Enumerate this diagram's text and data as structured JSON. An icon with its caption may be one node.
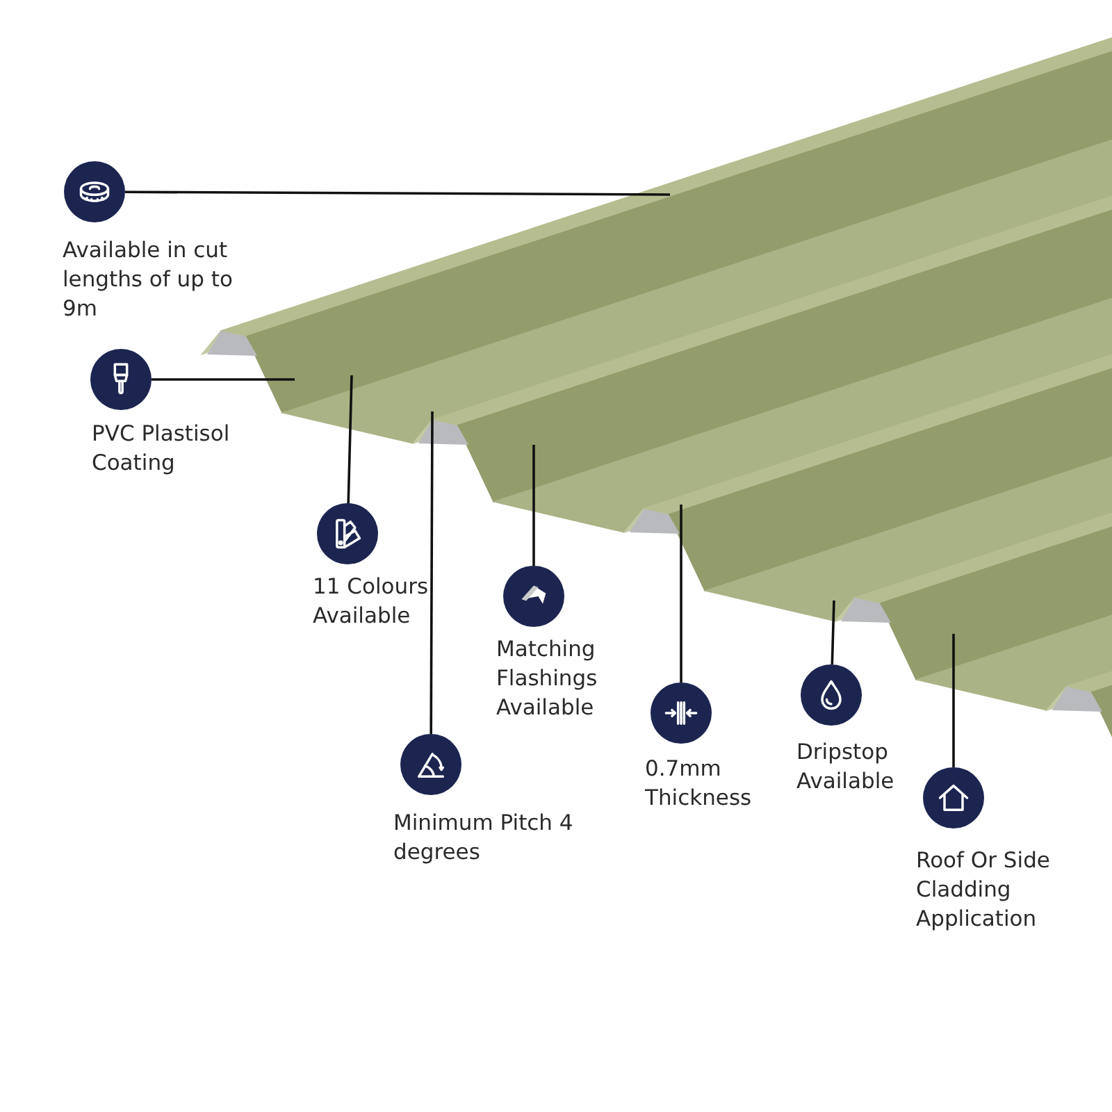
{
  "diagram": {
    "nodes": [
      {
        "text": [],
        "shape": "circle",
        "beside": [
          "Available in cut lengths of up to 9m"
        ]
      },
      {
        "text": [],
        "shape": "circle",
        "beside": [
          "PVC Plastisol Coating"
        ]
      },
      {
        "text": [],
        "shape": "circle",
        "beside": [
          "11 Colours Available"
        ]
      },
      {
        "text": [],
        "shape": "circle",
        "beside": [
          "Minimum Pitch 4 degrees"
        ]
      },
      {
        "text": [],
        "shape": "circle",
        "beside": [
          "Matching Flashings Available"
        ]
      },
      {
        "text": [],
        "shape": "circle",
        "beside": [
          "0.7mm Thickness"
        ]
      },
      {
        "text": [],
        "shape": "circle",
        "beside": [
          "Dripstop Available"
        ]
      },
      {
        "text": [],
        "shape": "circle",
        "beside": [
          "Roof Or Side Cladding Application"
        ]
      }
    ],
    "edges": [
      {
        "from": 0,
        "to": null,
        "arrow": "none"
      },
      {
        "from": 1,
        "to": null,
        "arrow": "none"
      },
      {
        "from": 2,
        "to": null,
        "arrow": "none"
      },
      {
        "from": 3,
        "to": null,
        "arrow": "none"
      },
      {
        "from": 4,
        "to": null,
        "arrow": "none"
      },
      {
        "from": 5,
        "to": null,
        "arrow": "none"
      },
      {
        "from": 6,
        "to": null,
        "arrow": "none"
      },
      {
        "from": 7,
        "to": null,
        "arrow": "none"
      }
    ]
  }
}
